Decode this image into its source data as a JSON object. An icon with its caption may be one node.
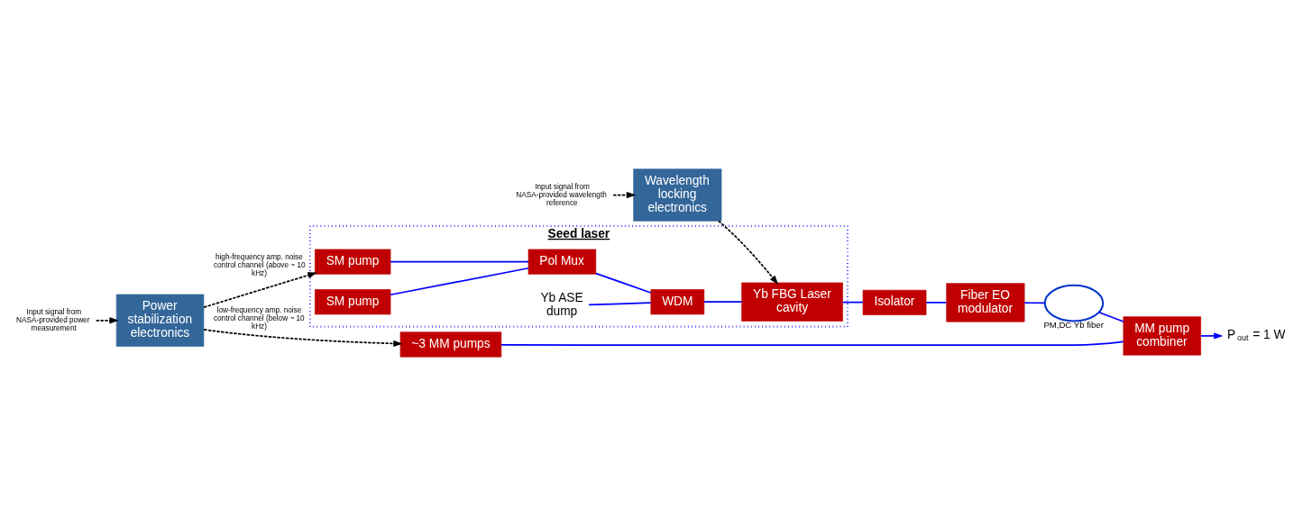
{
  "diagram": {
    "nodes": [
      {
        "text": [
          "Seed laser"
        ]
      },
      {
        "text": [
          "SM pump"
        ],
        "in": 0
      },
      {
        "text": [
          "SM pump"
        ],
        "in": 0
      },
      {
        "text": [
          "Pol Mux"
        ],
        "in": 0
      },
      {
        "text": [
          "Yb ASE dump"
        ],
        "in": 0
      },
      {
        "text": [
          "WDM"
        ],
        "in": 0
      },
      {
        "text": [
          "Yb FBG Laser cavity"
        ],
        "in": 0
      },
      {
        "text": [
          "Isolator"
        ]
      },
      {
        "text": [
          "Fiber EO modulator"
        ]
      },
      {
        "text": [],
        "shape": "coil",
        "beside": [
          "PM,DC Yb fiber"
        ]
      },
      {
        "text": [
          "~3 MM pumps"
        ]
      },
      {
        "text": [
          "MM pump combiner"
        ]
      },
      {
        "text": [
          "P$_{out}$ = 1 W"
        ]
      },
      {
        "text": [
          "Power stabilization electronics"
        ]
      },
      {
        "text": [
          "Wavelength locking electronics"
        ]
      },
      {
        "text": [
          "Input signal from NASA-provided power measurement"
        ]
      },
      {
        "text": [
          "Input signal from NASA-provided wavelength reference"
        ]
      }
    ],
    "edges": [
      {
        "from": 1,
        "to": 3,
        "arrow": "none"
      },
      {
        "from": 2,
        "to": 3,
        "arrow": "none"
      },
      {
        "from": 3,
        "to": 5,
        "arrow": "none"
      },
      {
        "from": 4,
        "to": 5,
        "arrow": "none"
      },
      {
        "from": 5,
        "to": 6,
        "arrow": "none"
      },
      {
        "from": 6,
        "to": 7,
        "arrow": "none"
      },
      {
        "from": 7,
        "to": 8,
        "arrow": "none"
      },
      {
        "from": 8,
        "to": 9,
        "arrow": "none"
      },
      {
        "from": 9,
        "to": 11,
        "arrow": "none"
      },
      {
        "from": 10,
        "to": 11,
        "arrow": "none"
      },
      {
        "from": 11,
        "to": 12,
        "arrow": "to"
      },
      {
        "from": 15,
        "to": 13,
        "arrow": "to",
        "style": "dashed",
        "color": "#000000"
      },
      {
        "from": 13,
        "to": 1,
        "arrow": "to",
        "label": "high-frequency amp. noise control channel (above ~ 10 kHz)",
        "style": "dashed",
        "color": "#000000"
      },
      {
        "from": 13,
        "to": 10,
        "arrow": "to",
        "label": "low-frequency amp. noise control channel (below ~ 10 kHz)",
        "style": "dashed",
        "color": "#000000"
      },
      {
        "from": 16,
        "to": 14,
        "arrow": "to",
        "style": "dashed",
        "color": "#000000"
      },
      {
        "from": 14,
        "to": 6,
        "arrow": "to",
        "style": "dashed",
        "color": "#000000"
      }
    ]
  }
}
